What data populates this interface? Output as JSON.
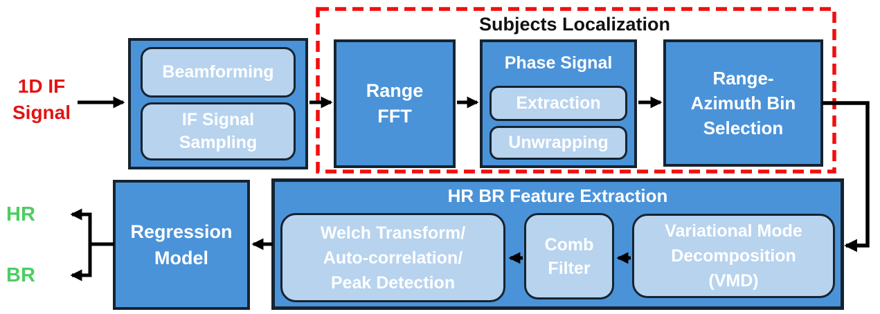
{
  "diagram": {
    "input_label": "1D IF\nSignal",
    "outputs": {
      "hr": "HR",
      "br": "BR"
    },
    "preprocess": {
      "items": [
        "Beamforming",
        "IF Signal\nSampling"
      ]
    },
    "localization": {
      "title": "Subjects Localization",
      "range_fft": "Range\nFFT",
      "phase": {
        "title": "Phase Signal",
        "items": [
          "Extraction",
          "Unwrapping"
        ]
      },
      "range_azimuth": "Range-\nAzimuth Bin\nSelection"
    },
    "feature_extraction": {
      "title": "HR BR Feature Extraction",
      "vmd": "Variational Mode\nDecomposition\n(VMD)",
      "comb": "Comb\nFilter",
      "welch": "Welch Transform/\nAuto-correlation/\nPeak Detection"
    },
    "regression": "Regression\nModel",
    "colors": {
      "box_fill": "#4b93d8",
      "subbox_fill": "#b7d3ee",
      "border": "#16232f",
      "dashed_outline": "#f40d0d",
      "input_text": "#e11414",
      "output_text": "#4ccd63",
      "arrow": "#000000",
      "section_title_text": "#111111",
      "box_text": "#ffffff"
    }
  }
}
